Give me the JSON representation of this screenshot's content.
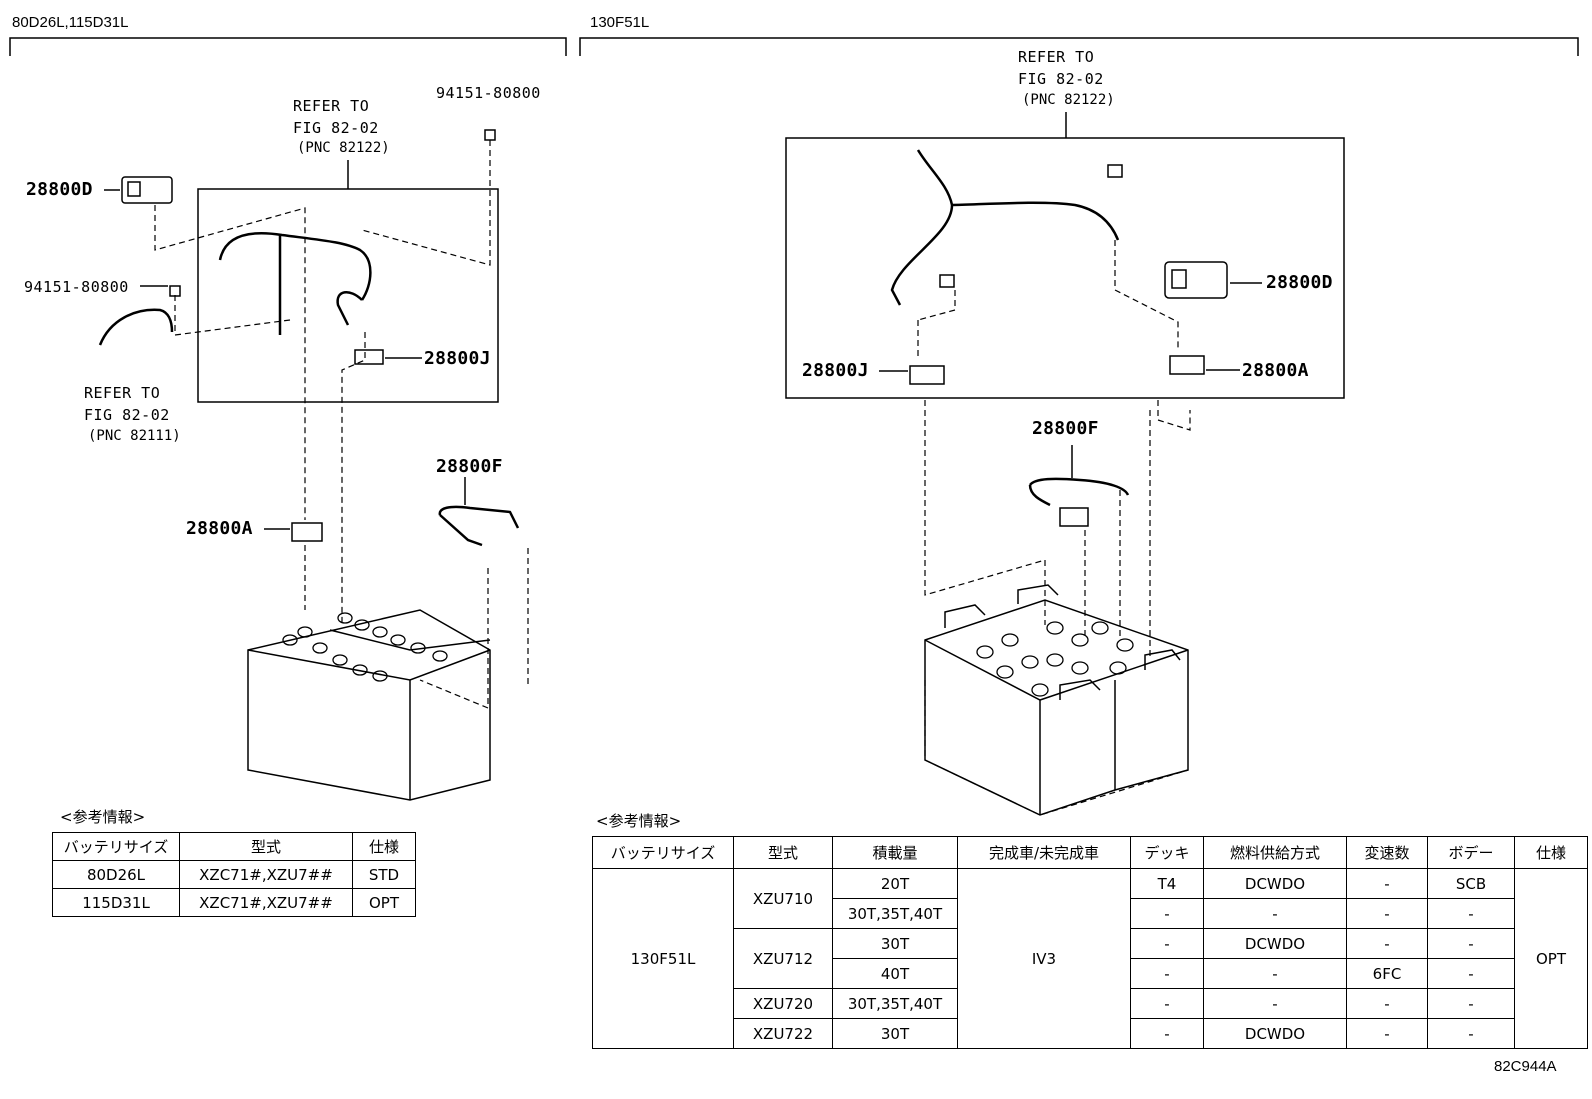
{
  "left_section": {
    "header": "80D26L,115D31L",
    "callouts": {
      "refer_top_1": "REFER TO",
      "refer_top_2": "FIG 82-02",
      "refer_top_3": "(PNC 82122)",
      "nut_top": "94151-80800",
      "part_d": "28800D",
      "nut_left": "94151-80800",
      "part_j": "28800J",
      "refer_left_1": "REFER TO",
      "refer_left_2": "FIG 82-02",
      "refer_left_3": "(PNC 82111)",
      "part_f": "28800F",
      "part_a": "28800A"
    },
    "ref_title": "<参考情報>",
    "table": {
      "headers": [
        "バッテリサイズ",
        "型式",
        "仕様"
      ],
      "rows": [
        [
          "80D26L",
          "XZC71#,XZU7##",
          "STD"
        ],
        [
          "115D31L",
          "XZC71#,XZU7##",
          "OPT"
        ]
      ]
    }
  },
  "right_section": {
    "header": "130F51L",
    "callouts": {
      "refer_1": "REFER TO",
      "refer_2": "FIG 82-02",
      "refer_3": "(PNC 82122)",
      "part_d": "28800D",
      "part_j": "28800J",
      "part_a": "28800A",
      "part_f": "28800F"
    },
    "ref_title": "<参考情報>",
    "table": {
      "headers": [
        "バッテリサイズ",
        "型式",
        "積載量",
        "完成車/未完成車",
        "デッキ",
        "燃料供給方式",
        "変速数",
        "ボデー",
        "仕様"
      ],
      "battery": "130F51L",
      "completion": "IV3",
      "spec": "OPT",
      "models": [
        "XZU710",
        "XZU712",
        "XZU720",
        "XZU722"
      ],
      "rows": [
        {
          "load": "20T",
          "deck": "T4",
          "fuel": "DCWDO",
          "speed": "-",
          "body": "SCB"
        },
        {
          "load": "30T,35T,40T",
          "deck": "-",
          "fuel": "-",
          "speed": "-",
          "body": "-"
        },
        {
          "load": "30T",
          "deck": "-",
          "fuel": "DCWDO",
          "speed": "-",
          "body": "-"
        },
        {
          "load": "40T",
          "deck": "-",
          "fuel": "-",
          "speed": "6FC",
          "body": "-"
        },
        {
          "load": "30T,35T,40T",
          "deck": "-",
          "fuel": "-",
          "speed": "-",
          "body": "-"
        },
        {
          "load": "30T",
          "deck": "-",
          "fuel": "DCWDO",
          "speed": "-",
          "body": "-"
        }
      ]
    }
  },
  "figure_id": "82C944A"
}
